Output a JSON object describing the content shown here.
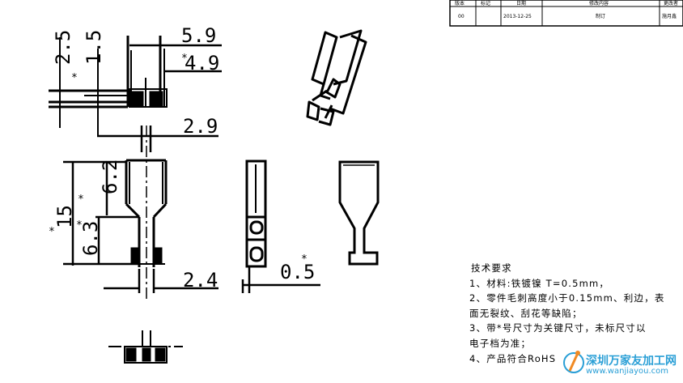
{
  "title_block": {
    "headers": [
      "版本",
      "标记",
      "日期",
      "修改内容",
      "更改者"
    ],
    "row": [
      "00",
      "",
      "2013-12-25",
      "制订",
      "施月鑫"
    ]
  },
  "dimensions": {
    "d_2_5": "2.5",
    "d_1_5": "1.5",
    "d_5_9": "5.9",
    "d_4_9": "4.9",
    "d_2_9": "2.9",
    "d_6_2": "6.2",
    "d_15": "15",
    "d_6_3": "6.3",
    "d_2_4": "2.4",
    "d_0_5": "0.5",
    "star": "*"
  },
  "notes": {
    "heading": "技术要求",
    "line1": "1、材料:铁镀镍    T=0.5mm，",
    "line2": "2、零件毛刺高度小于0.15mm、利边，表",
    "line3": "面无裂纹、刮花等缺陷；",
    "line4": "3、带*号尺寸为关键尺寸，未标尺寸以",
    "line5": "电子档为准；",
    "line6": "4、产品符合RoHS"
  },
  "watermark": {
    "name": "深圳万家友加工网",
    "url": "www.wanjiayou.com"
  },
  "colors": {
    "line": "#000000",
    "watermark": "#2a9fd6",
    "watermark_accent": "#f08a24"
  }
}
